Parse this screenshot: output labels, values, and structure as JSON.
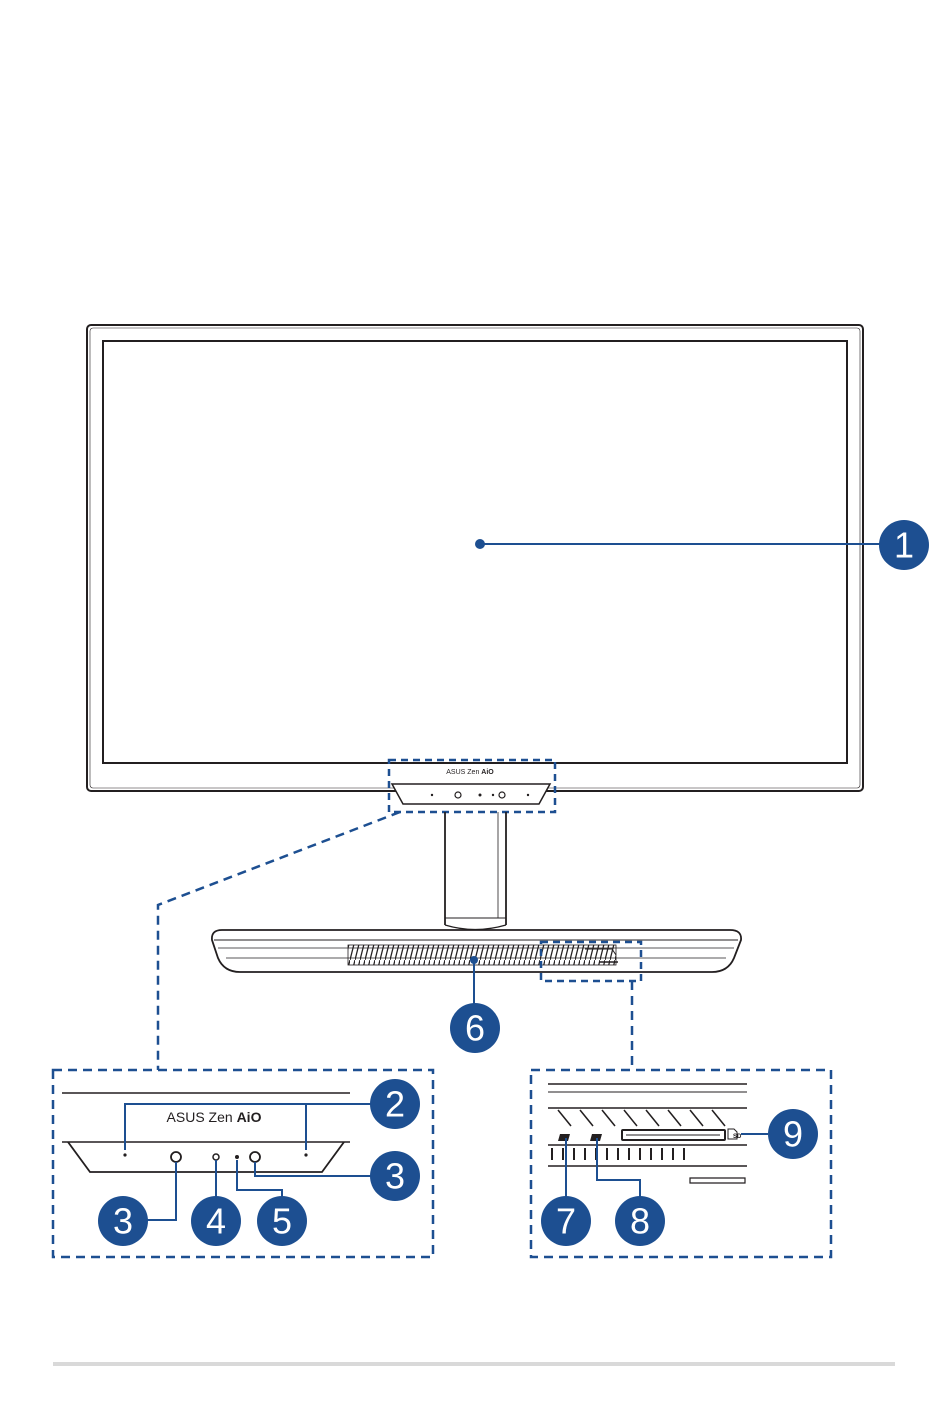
{
  "colors": {
    "accent": "#1d4f91",
    "outline": "#231f20",
    "footer_rule": "#d9d9d9"
  },
  "device": {
    "brand_prefix": "ASUS Zen ",
    "brand_suffix": "AiO",
    "sd_label": "SD"
  },
  "callouts": [
    {
      "id": "1",
      "label": "1"
    },
    {
      "id": "2",
      "label": "2"
    },
    {
      "id": "3a",
      "label": "3"
    },
    {
      "id": "3b",
      "label": "3"
    },
    {
      "id": "4",
      "label": "4"
    },
    {
      "id": "5",
      "label": "5"
    },
    {
      "id": "6",
      "label": "6"
    },
    {
      "id": "7",
      "label": "7"
    },
    {
      "id": "8",
      "label": "8"
    },
    {
      "id": "9",
      "label": "9"
    }
  ]
}
